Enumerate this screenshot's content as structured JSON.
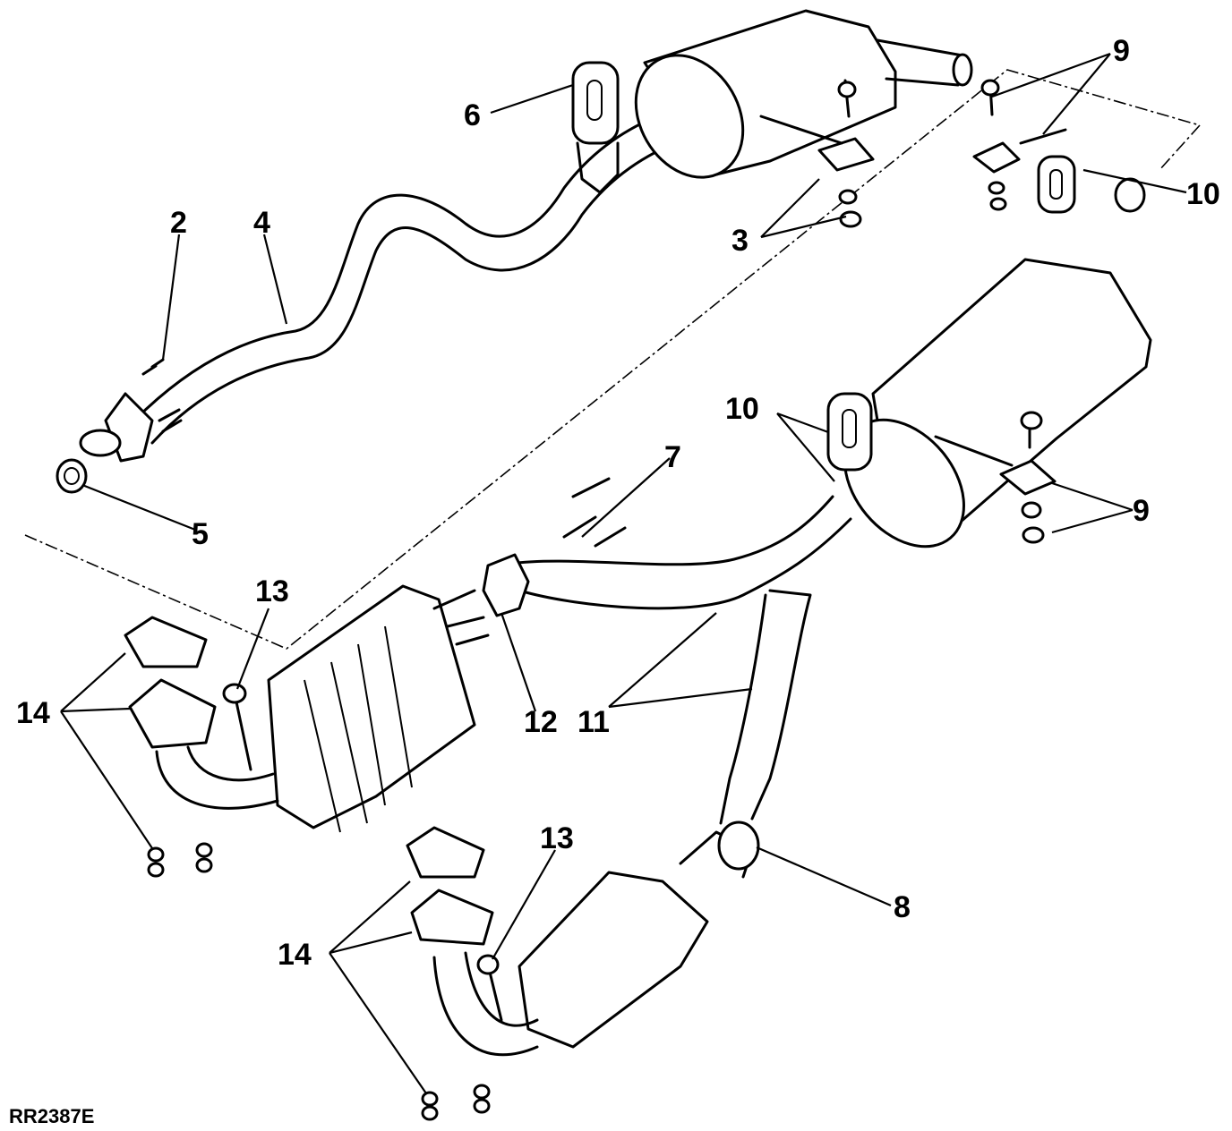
{
  "callouts": {
    "c2": "2",
    "c4": "4",
    "c6": "6",
    "c3": "3",
    "c9a": "9",
    "c10a": "10",
    "c5": "5",
    "c10b": "10",
    "c7": "7",
    "c9b": "9",
    "c13a": "13",
    "c14a": "14",
    "c12": "12",
    "c11": "11",
    "c13b": "13",
    "c8": "8",
    "c14b": "14"
  },
  "reference_code": "RR2387E"
}
